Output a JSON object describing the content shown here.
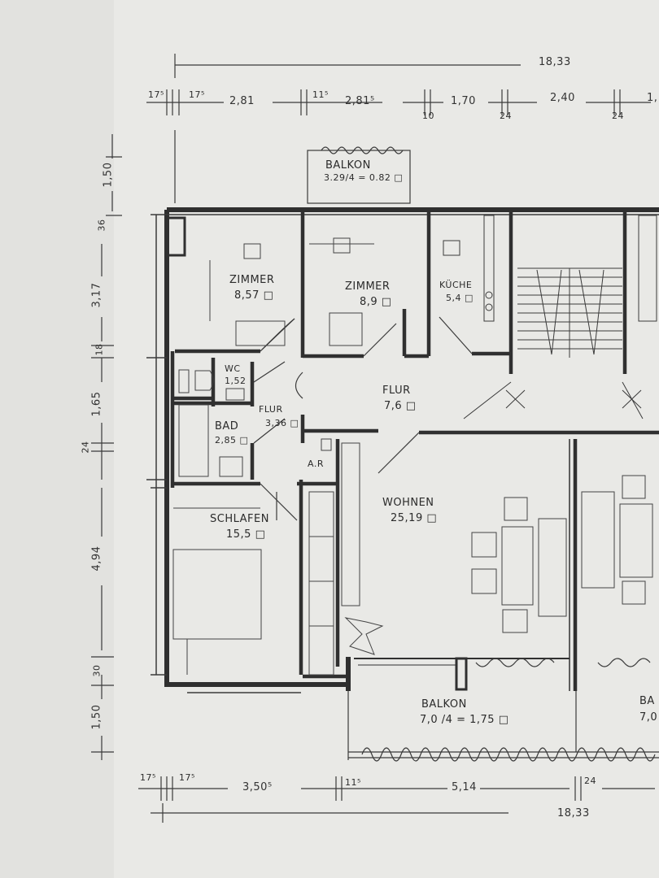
{
  "rooms": {
    "balkon_top": {
      "name": "BALKON",
      "area": "3.29/4 = 0.82 □"
    },
    "zimmer1": {
      "name": "ZIMMER",
      "area": "8,57 □"
    },
    "zimmer2": {
      "name": "ZIMMER",
      "area": "8,9 □"
    },
    "kueche": {
      "name": "KÜCHE",
      "area": "5,4 □"
    },
    "wc": {
      "name": "WC",
      "area": "1,52"
    },
    "flur_small": {
      "name": "FLUR",
      "area": "3,36 □"
    },
    "flur_main": {
      "name": "FLUR",
      "area": "7,6 □"
    },
    "bad": {
      "name": "BAD",
      "area": "2,85 □"
    },
    "ar": {
      "name": "A.R"
    },
    "wohnen": {
      "name": "WOHNEN",
      "area": "25,19 □"
    },
    "schlafen": {
      "name": "SCHLAFEN",
      "area": "15,5 □"
    },
    "balkon_bottom": {
      "name": "BALKON",
      "area": "7,0 /4 = 1,75 □"
    },
    "balkon_cut": {
      "name": "BA",
      "area": "7,0"
    }
  },
  "dimensions": {
    "top_total": "18,33",
    "top_segments": [
      "17⁵",
      "17⁵",
      "2,81",
      "11⁵",
      "2,81⁵",
      "10",
      "1,70",
      "24",
      "2,40",
      "24",
      "1,"
    ],
    "left": [
      "1,50",
      "36",
      "3,17",
      "18",
      "1,65",
      "24",
      "4,94",
      "30",
      "1,50"
    ],
    "bottom_segments": [
      "17⁵",
      "17⁵",
      "3,50⁵",
      "11⁵",
      "5,14",
      "24"
    ],
    "bottom_total": "18,33"
  }
}
